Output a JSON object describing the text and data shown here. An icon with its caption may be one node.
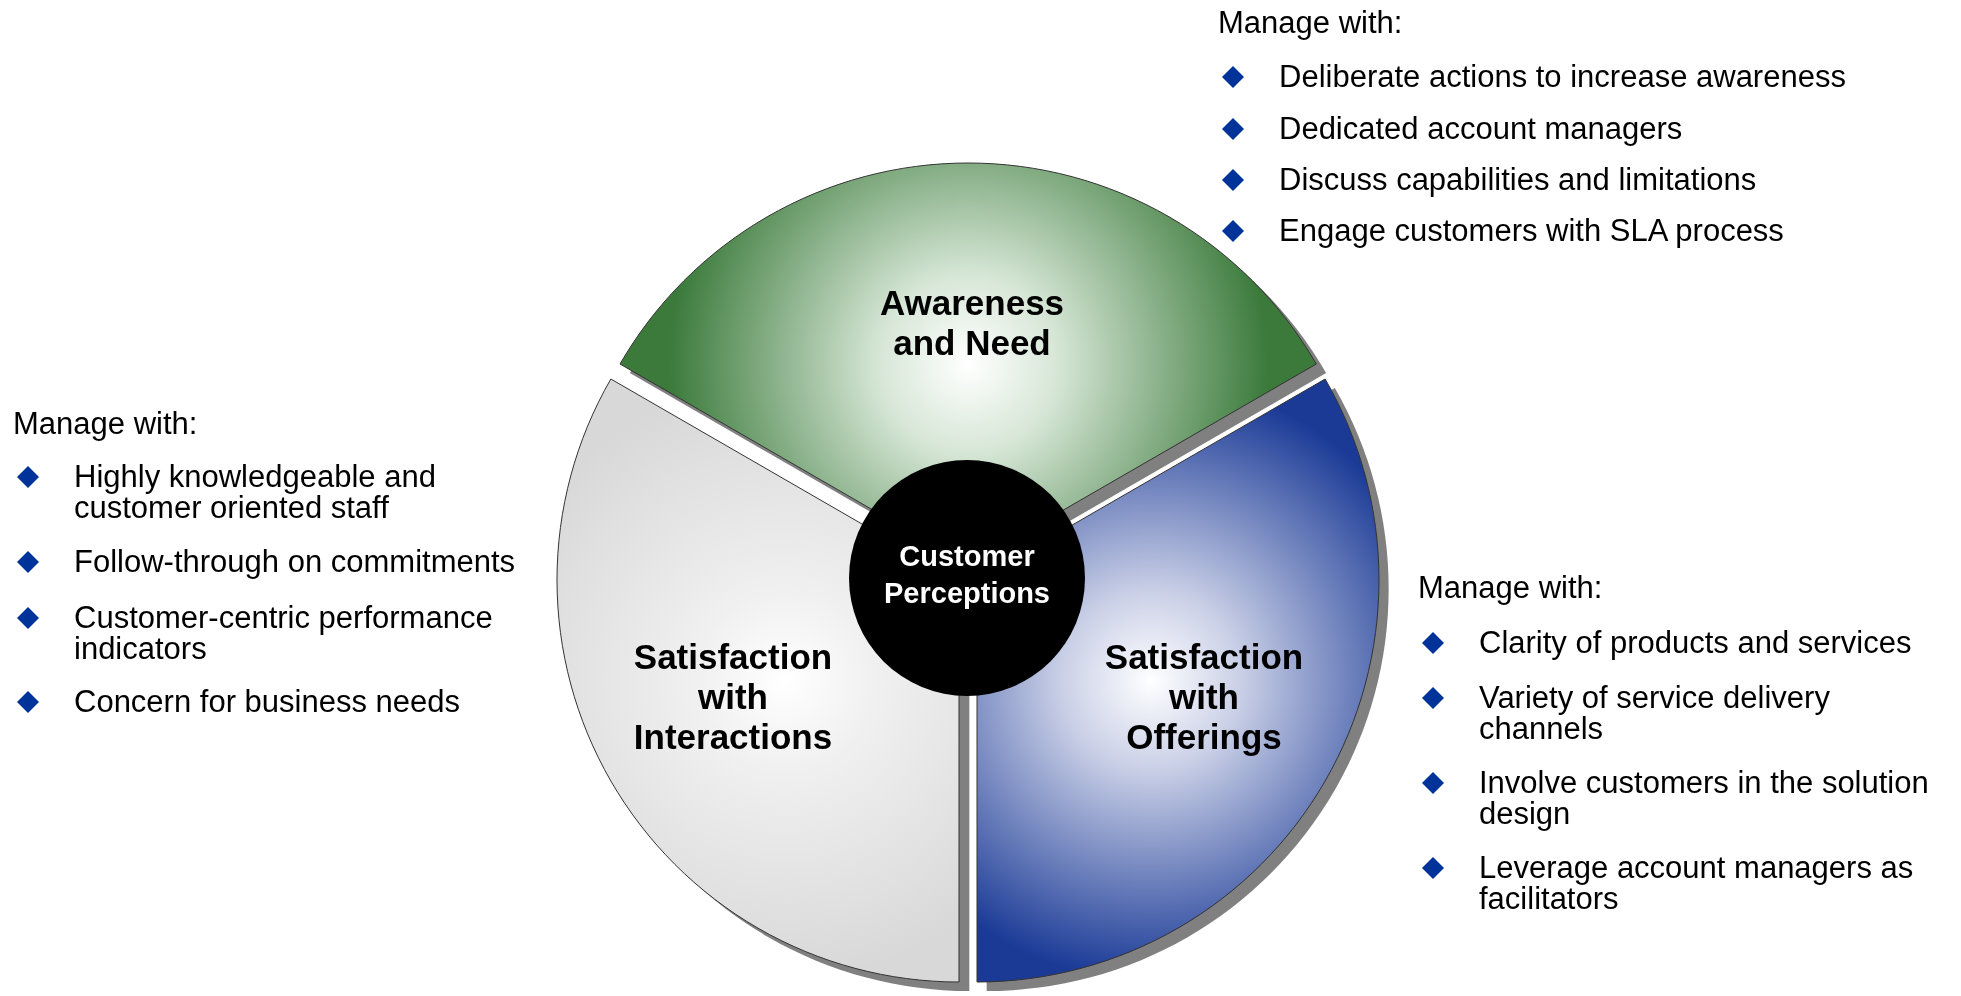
{
  "diagram": {
    "nodes": [
      {
        "text": [
          "Awareness and Need"
        ]
      },
      {
        "text": [
          "Customer Perceptions"
        ]
      },
      {
        "text": [
          "Satisfaction with Interactions"
        ]
      },
      {
        "text": [
          "Satisfaction with Offerings"
        ]
      }
    ],
    "labels": [
      "Manage with:",
      "Deliberate actions to increase awareness",
      "Dedicated account managers",
      "Discuss capabilities and limitations",
      "Engage customers with SLA process",
      "Manage with:",
      "Highly knowledgeable and customer oriented staff",
      "Follow-through on commitments",
      "Customer-centric performance indicators",
      "Concern for business needs",
      "Manage with:",
      "Clarity of products and services",
      "Variety of service delivery channels",
      "Involve customers in the solution design",
      "Leverage account managers as facilitators"
    ]
  }
}
